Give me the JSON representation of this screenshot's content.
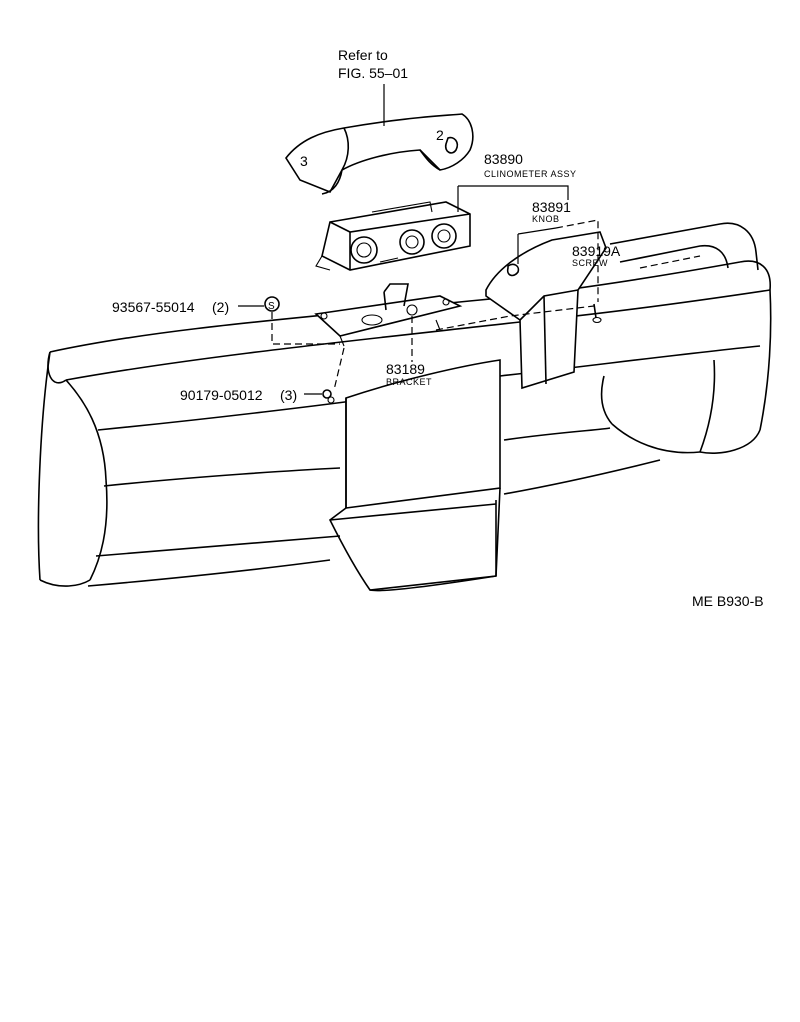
{
  "callouts": {
    "refer": {
      "line1": "Refer to",
      "line2": "FIG. 55–01"
    },
    "clinometer": {
      "number": "83890",
      "name": "CLINOMETER ASSY"
    },
    "knob": {
      "number": "83891",
      "name": "KNOB"
    },
    "screw": {
      "number": "83919A",
      "name": "SCREW"
    },
    "nut": {
      "number": "93567-55014",
      "qty": "(2)",
      "symbol": "S"
    },
    "bracket": {
      "number": "83189",
      "name": "BRACKET"
    },
    "bolt": {
      "number": "90179-05012",
      "qty": "(3)"
    },
    "figure_code": "ME B930-B"
  },
  "panel_marks": {
    "left_mark": "3",
    "right_mark": "2"
  },
  "icons": [
    "nut-symbol-icon",
    "bolt-icon",
    "screw-icon"
  ]
}
